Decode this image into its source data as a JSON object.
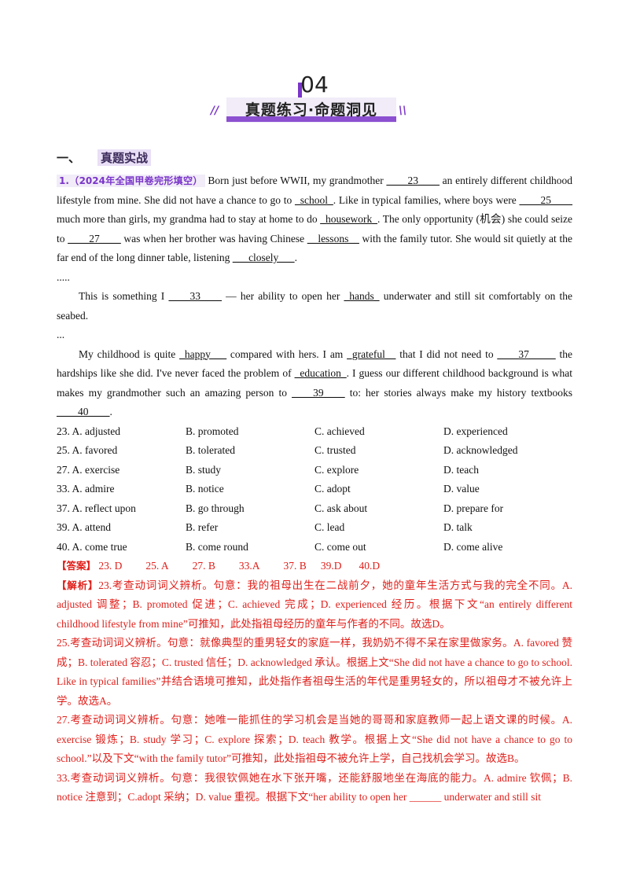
{
  "header": {
    "number": "04",
    "title": "真题练习·命题洞见",
    "deco_left": "//",
    "deco_right": "\\\\"
  },
  "section": {
    "index": "一、",
    "title": "真题实战"
  },
  "question": {
    "label": "1.（2024年全国甲卷完形填空）",
    "passage": {
      "p1": [
        "Born just before WWII, my grandmother ",
        "____23____",
        " an entirely different childhood lifestyle from mine. She did not have a chance to go to ",
        "_school_",
        ". Like in typical families, where boys were ",
        "____25____",
        " much more than girls, my grandma had to stay at home to do ",
        "_housework_",
        ". The only opportunity (机会) she could seize to ",
        "____27____",
        " was when her brother was having Chinese ",
        "__lessons__",
        " with the family tutor. She would sit quietly at the far end of the long dinner table, listening ",
        "___closely___",
        "."
      ],
      "ellipsis1": ".....",
      "p2": [
        "This is something I ",
        "____33____",
        " — her ability to open her ",
        "_hands_",
        " underwater and still sit comfortably on the seabed."
      ],
      "ellipsis2": "...",
      "p3": [
        "My childhood is quite ",
        "_happy___",
        " compared with hers. I am ",
        "_grateful__",
        " that I did not need to ",
        "____37_____",
        " the hardships like she did. I've never faced the problem of ",
        "_education_",
        ". I guess our different childhood background is what makes my grandmother such an amazing person to ",
        "____39____",
        " to: her stories always make my history textbooks ",
        "____40____",
        "."
      ]
    },
    "options": [
      [
        "23. A.  adjusted",
        "B.  promoted",
        "C.  achieved",
        "D.  experienced"
      ],
      [
        "25. A.  favored",
        "B.  tolerated",
        "C.  trusted",
        "D.  acknowledged"
      ],
      [
        "27. A.  exercise",
        "B.  study",
        "C.  explore",
        "D.  teach"
      ],
      [
        "33. A.  admire",
        "B.  notice",
        "C.  adopt",
        "D.  value"
      ],
      [
        "37. A.  reflect upon",
        "B.  go through",
        "C.  ask about",
        "D.  prepare for"
      ],
      [
        "39. A.  attend",
        "B.  refer",
        "C.  lead",
        "D.  talk"
      ],
      [
        "40. A.  come true",
        "B.  come round",
        "C.  come out",
        "D.  come alive"
      ]
    ],
    "answer_label": "【答案】",
    "answers": [
      "23. D",
      "25. A",
      "27. B",
      "33.A",
      "37.  B",
      "39.D",
      "40.D"
    ],
    "analysis_label": "【解析】",
    "analysis": [
      "23.考查动词词义辨析。句意：我的祖母出生在二战前夕，她的童年生活方式与我的完全不同。A. adjusted 调整；B. promoted 促进；C. achieved 完成；D. experienced 经历。根据下文“an entirely different childhood lifestyle from mine”可推知，此处指祖母经历的童年与作者的不同。故选D。",
      "25.考查动词词义辨析。句意：就像典型的重男轻女的家庭一样，我奶奶不得不呆在家里做家务。A. favored 赞成；B. tolerated 容忍；C. trusted 信任；D. acknowledged 承认。根据上文“She did not have a chance to go to school. Like in typical families”并结合语境可推知，此处指作者祖母生活的年代是重男轻女的，所以祖母才不被允许上学。故选A。",
      "27.考查动词词义辨析。句意：她唯一能抓住的学习机会是当她的哥哥和家庭教师一起上语文课的时候。A. exercise 锻炼；B. study 学习；C. explore 探索；D. teach 教学。根据上文“She did not have a chance to go to school.”以及下文“with the family tutor”可推知，此处指祖母不被允许上学，自己找机会学习。故选B。",
      "33.考查动词词义辨析。句意：我很钦佩她在水下张开嘴，还能舒服地坐在海底的能力。A. admire 钦佩；B. notice 注意到；C.adopt 采纳；D. value 重视。根据下文“her ability to open her ______ underwater and still sit"
    ]
  }
}
